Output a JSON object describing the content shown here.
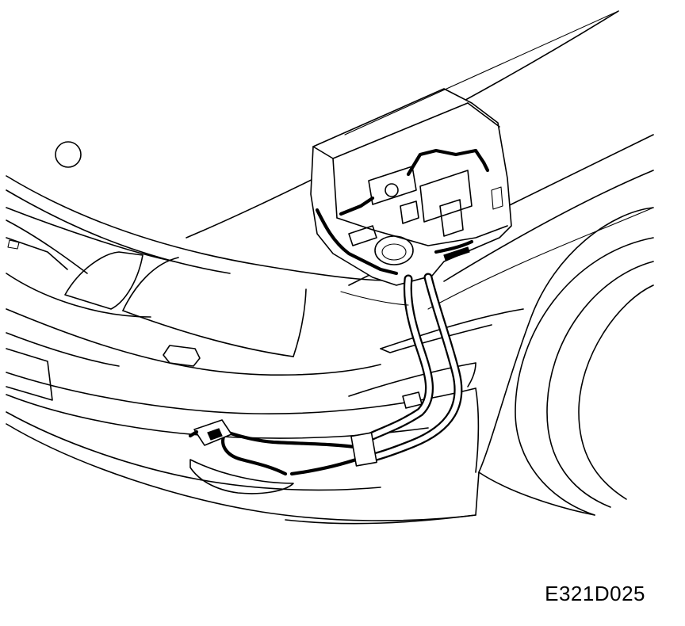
{
  "figure": {
    "code": "E321D025"
  },
  "parts": {
    "hood": "hood-outline",
    "bumper": "front-bumper",
    "wheel": "front-wheel",
    "box": "component-box",
    "harness": "wiring-harness",
    "connector": "harness-connector"
  },
  "colors": {
    "line": "#000000",
    "background": "#ffffff"
  }
}
